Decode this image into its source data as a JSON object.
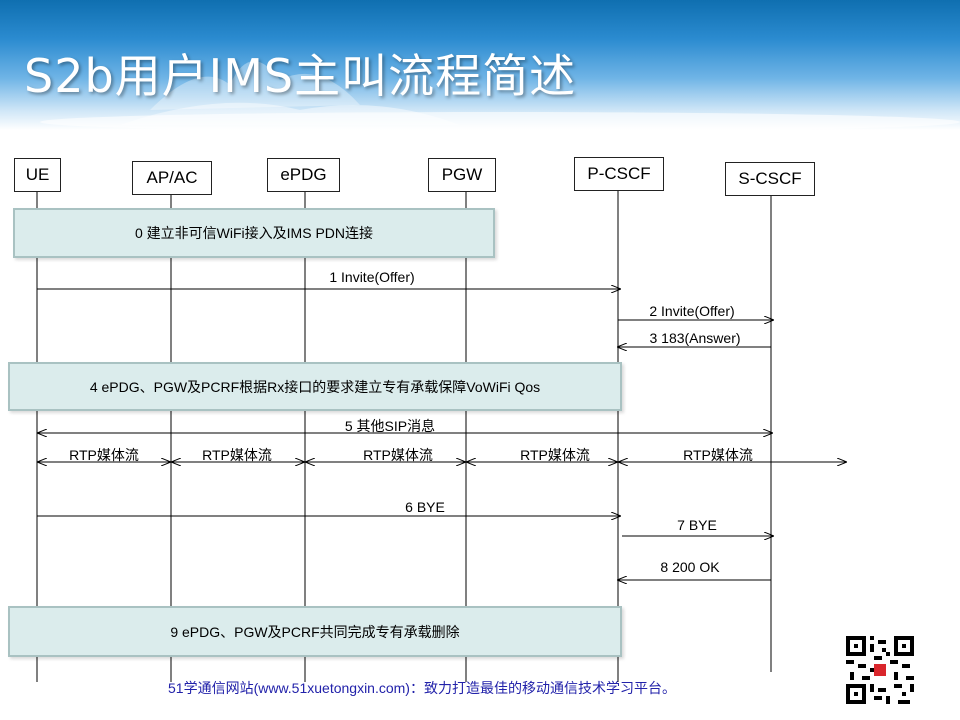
{
  "title": "S2b用户IMS主叫流程简述",
  "entities": [
    "UE",
    "AP/AC",
    "ePDG",
    "PGW",
    "P-CSCF",
    "S-CSCF"
  ],
  "notes": {
    "n0": "0 建立非可信WiFi接入及IMS PDN连接",
    "n4": "4 ePDG、PGW及PCRF根据Rx接口的要求建立专有承载保障VoWiFi Qos",
    "n9": "9 ePDG、PGW及PCRF共同完成专有承载删除"
  },
  "messages": {
    "m1": "1 Invite(Offer)",
    "m2": "2 Invite(Offer)",
    "m3": "3 183(Answer)",
    "m5": "5 其他SIP消息",
    "rtp": "RTP媒体流",
    "m6": "6 BYE",
    "m7": "7 BYE",
    "m8": "8 200 OK"
  },
  "footer": "51学通信网站(www.51xuetongxin.com)：致力打造最佳的移动通信技术学习平台。",
  "colors": {
    "note_fill": "#dbecec",
    "footer_text": "#2222aa"
  }
}
